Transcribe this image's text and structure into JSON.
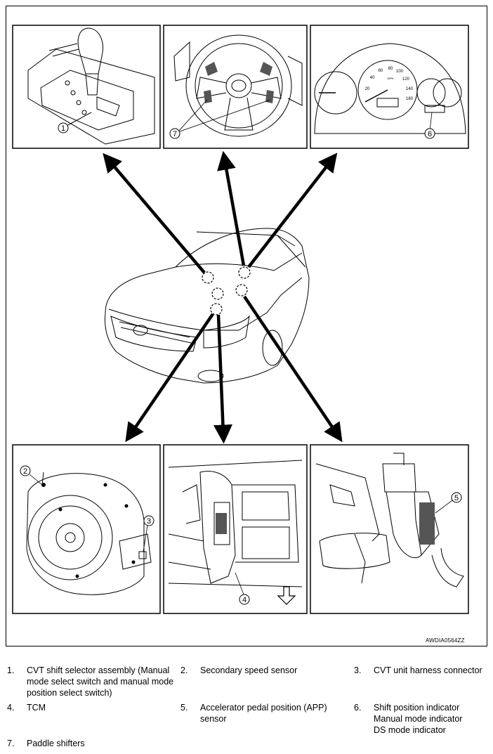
{
  "figure": {
    "code": "AWDIA0564ZZ",
    "callouts": [
      "1",
      "2",
      "3",
      "4",
      "5",
      "6",
      "7"
    ]
  },
  "legend": [
    {
      "num": "1.",
      "text": "CVT shift selector assembly (Manual mode select switch and manual mode position select switch)"
    },
    {
      "num": "2.",
      "text": "Secondary speed sensor"
    },
    {
      "num": "3.",
      "text": "CVT unit harness connector"
    },
    {
      "num": "4.",
      "text": "TCM"
    },
    {
      "num": "5.",
      "text": "Accelerator pedal position (APP) sensor"
    },
    {
      "num": "6.",
      "text": "Shift position indicator\nManual mode indicator\nDS mode indicator"
    },
    {
      "num": "7.",
      "text": "Paddle shifters"
    }
  ],
  "gauge": {
    "speed_ticks": [
      "20",
      "40",
      "60",
      "80",
      "100",
      "120",
      "140",
      "160"
    ],
    "unit": "MPH"
  },
  "colors": {
    "line": "#000000",
    "fill": "#ffffff",
    "shade": "#555555"
  }
}
